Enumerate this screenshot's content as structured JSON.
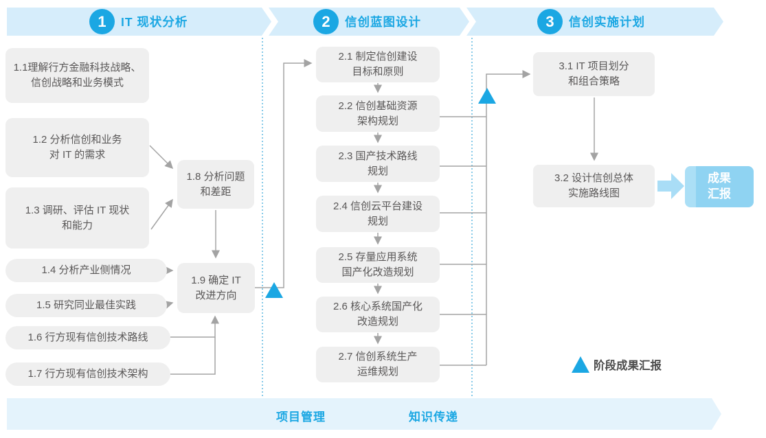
{
  "phases": [
    {
      "number": "1",
      "title": "IT 现状分析"
    },
    {
      "number": "2",
      "title": "信创蓝图设计"
    },
    {
      "number": "3",
      "title": "信创实施计划"
    }
  ],
  "phase1": {
    "boxes": [
      {
        "id": "1.1",
        "label": "1.1理解行方金融科技战略、\n信创战略和业务模式"
      },
      {
        "id": "1.2",
        "label": "1.2 分析信创和业务\n对 IT 的需求"
      },
      {
        "id": "1.3",
        "label": "1.3 调研、评估 IT 现状\n和能力"
      },
      {
        "id": "1.4",
        "label": "1.4 分析产业侧情况"
      },
      {
        "id": "1.5",
        "label": "1.5 研究同业最佳实践"
      },
      {
        "id": "1.6",
        "label": "1.6 行方现有信创技术路线"
      },
      {
        "id": "1.7",
        "label": "1.7 行方现有信创技术架构"
      },
      {
        "id": "1.8",
        "label": "1.8 分析问题\n和差距"
      },
      {
        "id": "1.9",
        "label": "1.9 确定 IT\n改进方向"
      }
    ]
  },
  "phase2": {
    "boxes": [
      {
        "id": "2.1",
        "label": "2.1 制定信创建设\n目标和原则"
      },
      {
        "id": "2.2",
        "label": "2.2 信创基础资源\n架构规划"
      },
      {
        "id": "2.3",
        "label": "2.3 国产技术路线\n规划"
      },
      {
        "id": "2.4",
        "label": "2.4 信创云平台建设\n规划"
      },
      {
        "id": "2.5",
        "label": "2.5 存量应用系统\n国产化改造规划"
      },
      {
        "id": "2.6",
        "label": "2.6 核心系统国产化\n改造规划"
      },
      {
        "id": "2.7",
        "label": "2.7 信创系统生产\n运维规划"
      }
    ]
  },
  "phase3": {
    "boxes": [
      {
        "id": "3.1",
        "label": "3.1 IT 项目划分\n和组合策略"
      },
      {
        "id": "3.2",
        "label": "3.2 设计信创总体\n实施路线图"
      }
    ],
    "result_label": "成果\n汇报"
  },
  "legend": {
    "milestone_label": "阶段成果汇报"
  },
  "bottom_band": {
    "labels": [
      "项目管理",
      "知识传递"
    ]
  },
  "colors": {
    "accent_blue": "#1ba7e3",
    "band_blue": "#d6edfb",
    "bottom_band_blue": "#e4f3fc",
    "box_gray": "#efefef",
    "text_gray": "#595757",
    "line_gray": "#a3a3a3",
    "result_fill": "#8fd3f2",
    "result_stripe": "#abdff6",
    "dashed_blue": "#5fb9e0"
  }
}
